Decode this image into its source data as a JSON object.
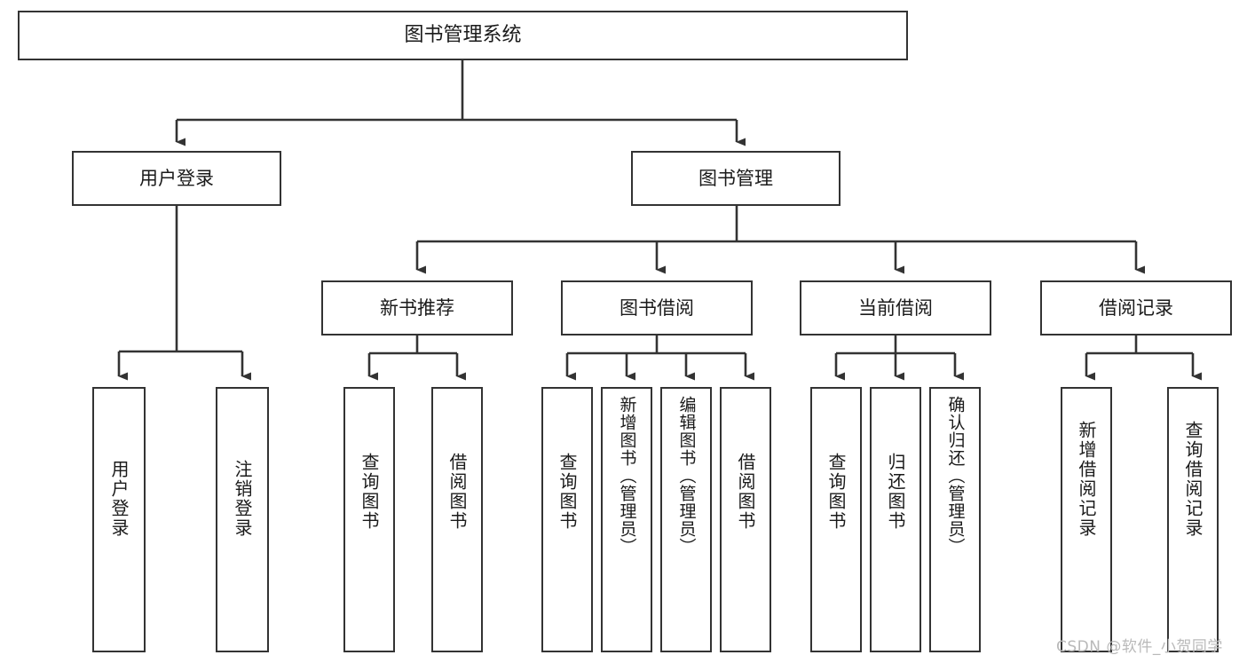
{
  "diagram": {
    "type": "tree",
    "title": "图书管理系统",
    "orientation": "top-down",
    "levels": 4,
    "colors": {
      "box_border": "#333333",
      "box_fill": "#ffffff",
      "connector": "#333333",
      "text": "#1a1a1a",
      "watermark": "#b9b9b9"
    },
    "root": {
      "label": "图书管理系统"
    },
    "level2": [
      {
        "label": "用户登录"
      },
      {
        "label": "图书管理"
      }
    ],
    "level3": [
      {
        "label": "新书推荐"
      },
      {
        "label": "图书借阅"
      },
      {
        "label": "当前借阅"
      },
      {
        "label": "借阅记录"
      }
    ],
    "leaves": {
      "user_login": [
        {
          "label": "用户登录"
        },
        {
          "label": "注销登录"
        }
      ],
      "new_book_recommend": [
        {
          "label": "查询图书"
        },
        {
          "label": "借阅图书"
        }
      ],
      "book_borrow": [
        {
          "label": "查询图书"
        },
        {
          "label": "新增图书（管理员）"
        },
        {
          "label": "编辑图书（管理员）"
        },
        {
          "label": "借阅图书"
        }
      ],
      "current_borrow": [
        {
          "label": "查询图书"
        },
        {
          "label": "归还图书"
        },
        {
          "label": "确认归还（管理员）"
        }
      ],
      "borrow_record": [
        {
          "label": "新增借阅记录"
        },
        {
          "label": "查询借阅记录"
        }
      ]
    }
  },
  "watermark": {
    "text": "CSDN @软件_小贺同学"
  }
}
